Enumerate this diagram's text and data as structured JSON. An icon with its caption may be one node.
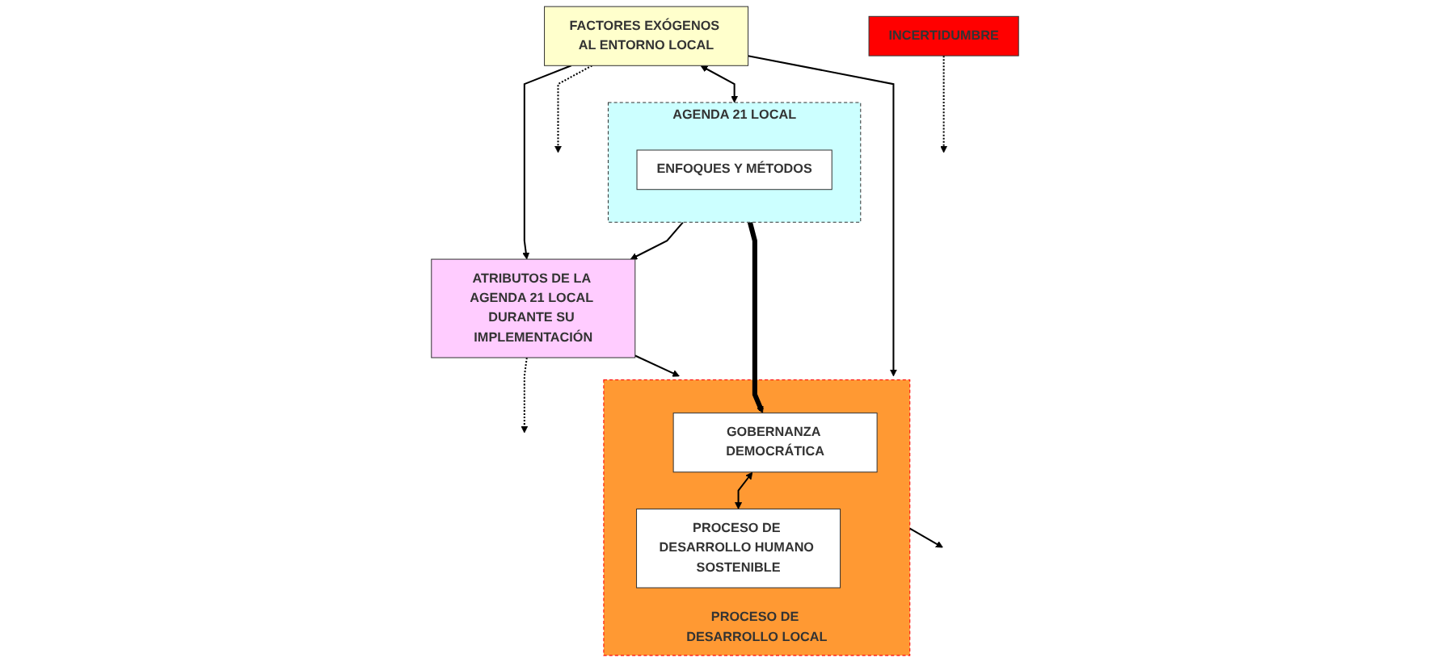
{
  "diagram": {
    "nodes": [
      {
        "text": [
          "FACTORES EXÓGENOS AL ENTORNO LOCAL"
        ]
      },
      {
        "text": [
          "ATRIBUTOS DE LA AGENDA 21 LOCAL DURANTE SU IMPLEMENTACIÓN"
        ]
      },
      {
        "text": [
          "AGENDA 21 LOCAL"
        ]
      },
      {
        "text": [
          "ENFOQUES Y MÉTODOS"
        ],
        "in": 2
      },
      {
        "text": [
          "PROCESO DE DESARROLLO LOCAL"
        ]
      },
      {
        "text": [
          "GOBERNANZA DEMOCRÁTICA"
        ],
        "in": 4
      },
      {
        "text": [
          "PROCESO DE DESARROLLO HUMANO SOSTENIBLE"
        ],
        "in": 4
      },
      {
        "text": [
          "INCERTIDUMBRE"
        ]
      }
    ],
    "edges": [
      {
        "from": 0,
        "to": 2,
        "arrow": "both"
      },
      {
        "from": 0,
        "to": 1,
        "arrow": "to"
      },
      {
        "from": 0,
        "to": 4,
        "arrow": "to"
      },
      {
        "from": 2,
        "to": 1,
        "arrow": "to"
      },
      {
        "from": 1,
        "to": 4,
        "arrow": "to"
      },
      {
        "from": 2,
        "to": 5,
        "arrow": "to",
        "style": "thick"
      },
      {
        "from": 0,
        "to": null,
        "arrow": "to",
        "style": "dashed"
      },
      {
        "from": 1,
        "to": null,
        "arrow": "to",
        "style": "dashed"
      },
      {
        "from": 7,
        "to": null,
        "arrow": "to",
        "style": "dashed"
      },
      {
        "from": 4,
        "to": null,
        "arrow": "to"
      },
      {
        "from": 5,
        "to": 6,
        "arrow": "both"
      }
    ]
  }
}
